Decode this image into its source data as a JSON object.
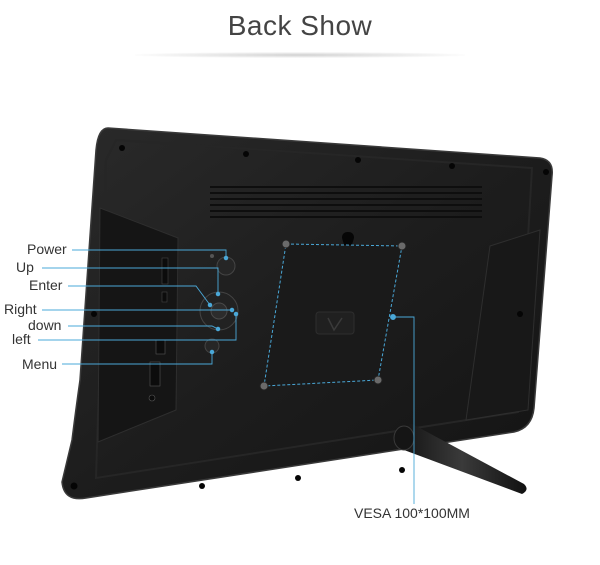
{
  "header": {
    "title": "Back Show"
  },
  "callouts": {
    "power": "Power",
    "up": "Up",
    "enter": "Enter",
    "right": "Right",
    "down": "down",
    "left": "left",
    "menu": "Menu",
    "vesa": "VESA 100*100MM"
  },
  "colors": {
    "callout_line": "#4aa8d8",
    "device_body": "#1c1c1c",
    "device_edge": "#2b2b2b"
  }
}
